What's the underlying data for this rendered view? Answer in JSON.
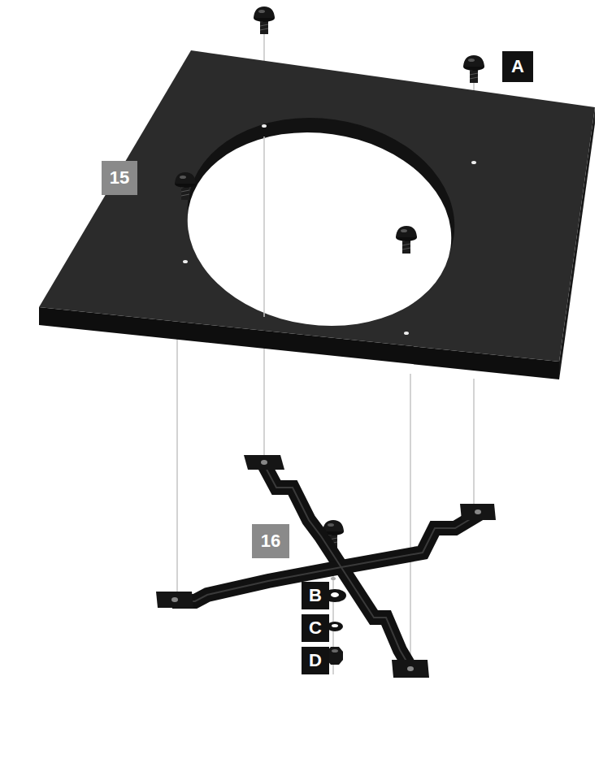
{
  "diagram": {
    "labels": [
      "A",
      "15",
      "16",
      "B",
      "C",
      "D"
    ]
  }
}
